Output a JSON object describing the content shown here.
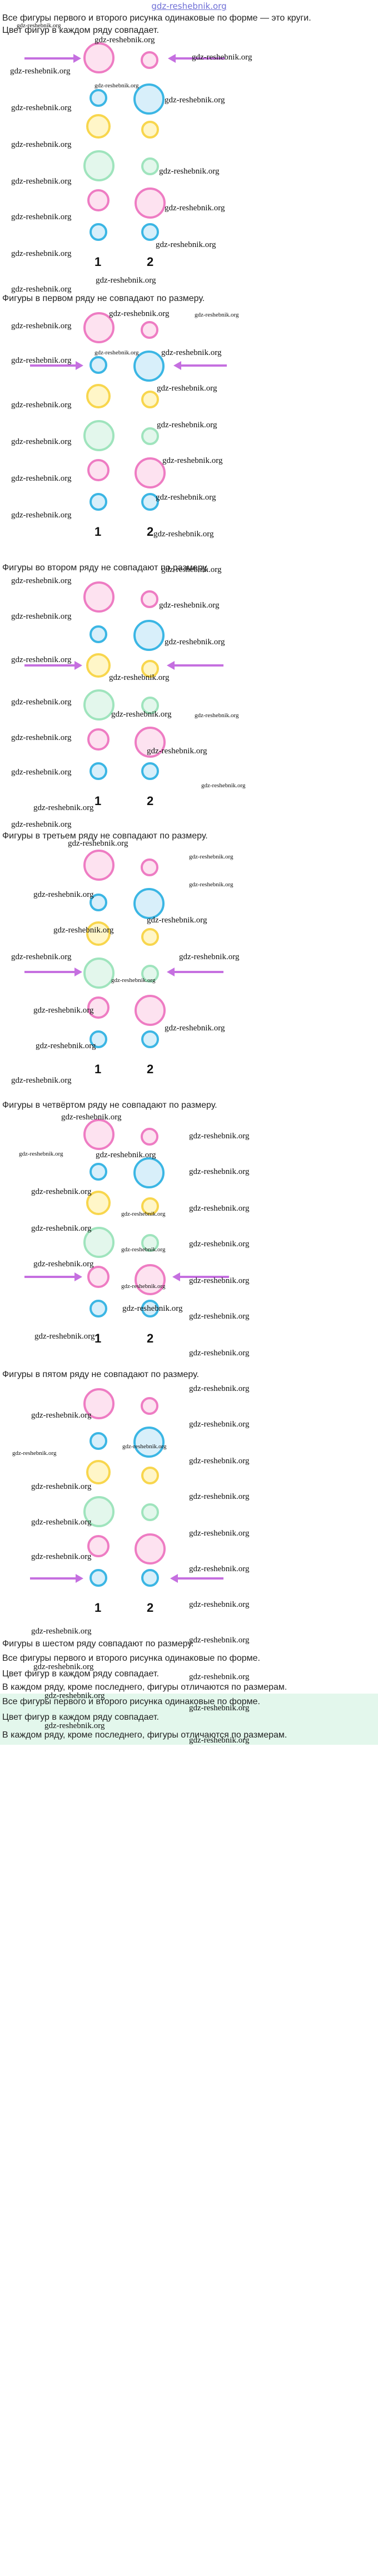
{
  "header": {
    "logo": "gdz-reshebnik.org"
  },
  "texts": [
    "Все фигуры первого и второго рисунка одинаковые по форме — это круги.",
    "Цвет фигур в каждом ряду совпадает.",
    "Фигуры в первом ряду не совпадают по размеру.",
    "Фигуры во втором ряду не совпадают по размеру.",
    "Фигуры в третьем ряду не совпадают по размеру.",
    "Фигуры в четвёртом ряду не совпадают по размеру.",
    "Фигуры в пятом ряду не совпадают по размеру.",
    "Фигуры в шестом ряду совпадают по размеру.",
    "Все фигуры первого и второго рисунка одинаковые по форме.",
    "Цвет фигур в каждом ряду совпадает.",
    "В каждом ряду, кроме последнего, фигуры отличаются по размерам.",
    "Все фигуры первого и второго рисунка одинаковые по форме.",
    "Цвет фигур в каждом ряду совпадает.",
    "В каждом ряду, кроме последнего, фигуры отличаются по размерам."
  ],
  "watermark": "gdz-reshebnik.org",
  "column_labels": [
    "1",
    "2"
  ],
  "colors": {
    "pink": "#ee7cc3",
    "blue": "#3bb6e4",
    "yellow": "#f8d64d",
    "green": "#9fe4bd",
    "arrow": "#c56fe0"
  },
  "figures": [
    {
      "row_colors": [
        "pink",
        "blue",
        "yellow",
        "green",
        "pink",
        "blue"
      ],
      "highlighted_row": 1
    },
    {
      "row_colors": [
        "pink",
        "blue",
        "yellow",
        "green",
        "pink",
        "blue"
      ],
      "highlighted_row": 2
    },
    {
      "row_colors": [
        "pink",
        "blue",
        "yellow",
        "green",
        "pink",
        "blue"
      ],
      "highlighted_row": 3
    },
    {
      "row_colors": [
        "pink",
        "blue",
        "yellow",
        "green",
        "pink",
        "blue"
      ],
      "highlighted_row": 4
    },
    {
      "row_colors": [
        "pink",
        "blue",
        "yellow",
        "green",
        "pink",
        "blue"
      ],
      "highlighted_row": 5
    },
    {
      "row_colors": [
        "pink",
        "blue",
        "yellow",
        "green",
        "pink",
        "blue"
      ],
      "highlighted_row": 6
    }
  ]
}
